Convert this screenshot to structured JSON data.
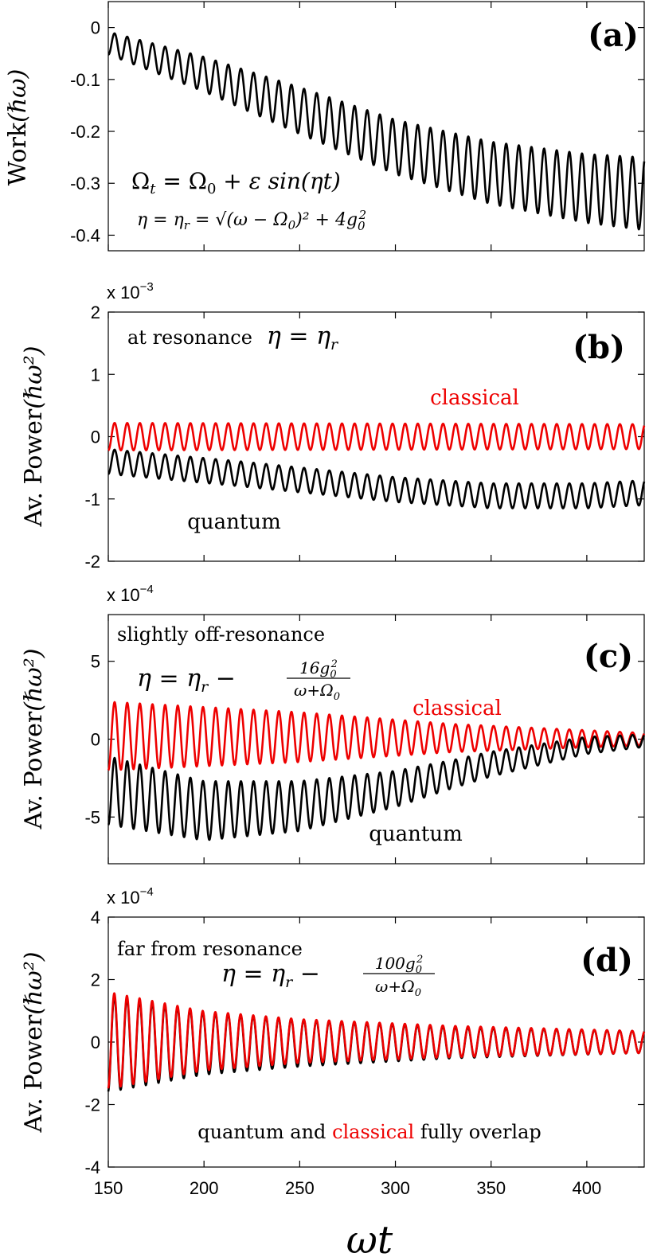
{
  "colors": {
    "quantum": "#000000",
    "classical": "#ee0000",
    "axis": "#000000"
  },
  "chart_data": [
    {
      "id": "a",
      "type": "line",
      "panel_label": "(a)",
      "ylabel": "Work (ℏω)",
      "multiplier": "",
      "xlim": [
        150,
        430
      ],
      "ylim": [
        -0.43,
        0.05
      ],
      "yticks": [
        0,
        -0.1,
        -0.2,
        -0.3,
        -0.4
      ],
      "ytick_labels": [
        "0",
        "-0.1",
        "-0.2",
        "-0.3",
        "-0.4"
      ],
      "xticks": [
        150,
        200,
        250,
        300,
        350,
        400
      ],
      "xtick_labels": [],
      "series": [
        {
          "key": "quantum",
          "baseline": [
            [
              150,
              -0.03
            ],
            [
              200,
              -0.09
            ],
            [
              250,
              -0.16
            ],
            [
              300,
              -0.23
            ],
            [
              350,
              -0.28
            ],
            [
              400,
              -0.31
            ],
            [
              430,
              -0.32
            ]
          ],
          "amplitude": [
            [
              150,
              0.022
            ],
            [
              250,
              0.045
            ],
            [
              350,
              0.06
            ],
            [
              430,
              0.07
            ]
          ],
          "period": 6.6,
          "phase": 0
        }
      ],
      "annotations": [
        {
          "text": "Ωt = Ω0 + ε sin(ηt)",
          "key": "eq1"
        },
        {
          "text": "η = ηr = √((ω − Ω0)² + 4g0²)",
          "key": "eq2"
        }
      ]
    },
    {
      "id": "b",
      "type": "line",
      "panel_label": "(b)",
      "ylabel": "Av. Power (ℏω²)",
      "multiplier": "x 10−3",
      "xlim": [
        150,
        430
      ],
      "ylim": [
        -2,
        2
      ],
      "yticks": [
        2,
        1,
        0,
        -1,
        -2
      ],
      "ytick_labels": [
        "2",
        "1",
        "0",
        "-1",
        "-2"
      ],
      "xticks": [
        150,
        200,
        250,
        300,
        350,
        400
      ],
      "xtick_labels": [],
      "series": [
        {
          "key": "classical",
          "name": "classical",
          "baseline": [
            [
              150,
              0.0
            ],
            [
              430,
              0.0
            ]
          ],
          "amplitude": [
            [
              150,
              0.22
            ],
            [
              430,
              0.2
            ]
          ],
          "period": 6.6,
          "phase": 0
        },
        {
          "key": "quantum",
          "name": "quantum",
          "baseline": [
            [
              150,
              -0.4
            ],
            [
              220,
              -0.6
            ],
            [
              300,
              -0.85
            ],
            [
              350,
              -0.95
            ],
            [
              400,
              -0.95
            ],
            [
              430,
              -0.9
            ]
          ],
          "amplitude": [
            [
              150,
              0.2
            ],
            [
              430,
              0.2
            ]
          ],
          "period": 6.6,
          "phase": 0
        }
      ],
      "annotations": [
        {
          "text": "at resonance   η = ηr",
          "key": "note"
        },
        {
          "text": "classical",
          "key": "classical-label"
        },
        {
          "text": "quantum",
          "key": "quantum-label"
        }
      ]
    },
    {
      "id": "c",
      "type": "line",
      "panel_label": "(c)",
      "ylabel": "Av. Power (ℏω²)",
      "multiplier": "x 10−4",
      "xlim": [
        150,
        430
      ],
      "ylim": [
        -8,
        8
      ],
      "yticks": [
        5,
        0,
        -5
      ],
      "ytick_labels": [
        "5",
        "0",
        "-5"
      ],
      "xticks": [
        150,
        200,
        250,
        300,
        350,
        400
      ],
      "xtick_labels": [],
      "series": [
        {
          "key": "classical",
          "name": "classical",
          "baseline": [
            [
              150,
              0.2
            ],
            [
              430,
              0.0
            ]
          ],
          "amplitude": [
            [
              150,
              2.2
            ],
            [
              250,
              1.6
            ],
            [
              330,
              0.9
            ],
            [
              430,
              0.4
            ]
          ],
          "period": 6.6,
          "phase": 0
        },
        {
          "key": "quantum",
          "name": "quantum",
          "baseline": [
            [
              150,
              -3.3
            ],
            [
              200,
              -4.6
            ],
            [
              250,
              -4.3
            ],
            [
              300,
              -3.2
            ],
            [
              350,
              -1.6
            ],
            [
              400,
              -0.4
            ],
            [
              430,
              -0.1
            ]
          ],
          "amplitude": [
            [
              150,
              2.2
            ],
            [
              250,
              1.6
            ],
            [
              330,
              0.9
            ],
            [
              430,
              0.4
            ]
          ],
          "period": 6.6,
          "phase": 0
        }
      ],
      "annotations": [
        {
          "text": "slightly off-resonance",
          "key": "note"
        },
        {
          "text": "η = ηr − 16g0² / (ω+Ω0)",
          "key": "eq"
        },
        {
          "text": "classical",
          "key": "classical-label"
        },
        {
          "text": "quantum",
          "key": "quantum-label"
        }
      ]
    },
    {
      "id": "d",
      "type": "line",
      "panel_label": "(d)",
      "ylabel": "Av. Power (ℏω²)",
      "multiplier": "x 10−4",
      "xlabel": "ωt",
      "xlim": [
        150,
        430
      ],
      "ylim": [
        -4,
        4
      ],
      "yticks": [
        4,
        2,
        0,
        -2,
        -4
      ],
      "ytick_labels": [
        "4",
        "2",
        "0",
        "-2",
        "-4"
      ],
      "xticks": [
        150,
        200,
        250,
        300,
        350,
        400
      ],
      "xtick_labels": [
        "150",
        "200",
        "250",
        "300",
        "350",
        "400"
      ],
      "series": [
        {
          "key": "quantum",
          "name": "quantum",
          "baseline": [
            [
              150,
              -0.05
            ],
            [
              430,
              0.0
            ]
          ],
          "amplitude": [
            [
              150,
              1.55
            ],
            [
              200,
              1.0
            ],
            [
              250,
              0.75
            ],
            [
              330,
              0.5
            ],
            [
              430,
              0.35
            ]
          ],
          "period": 6.6,
          "phase": 0.15
        },
        {
          "key": "classical",
          "name": "classical",
          "baseline": [
            [
              150,
              0.05
            ],
            [
              430,
              0.0
            ]
          ],
          "amplitude": [
            [
              150,
              1.55
            ],
            [
              200,
              0.95
            ],
            [
              250,
              0.7
            ],
            [
              330,
              0.5
            ],
            [
              430,
              0.35
            ]
          ],
          "period": 6.6,
          "phase": 0.15
        }
      ],
      "annotations": [
        {
          "text": "far from resonance",
          "key": "note"
        },
        {
          "text": "η = ηr − 100g0² / (ω+Ω0)",
          "key": "eq"
        },
        {
          "text": "quantum and classical fully overlap",
          "key": "overlap"
        }
      ]
    }
  ],
  "text": {
    "a": {
      "label": "(a)",
      "ylabel_main": "Work",
      "ylabel_unit": "(ℏω)",
      "eq1_main": "Ω",
      "eq1_sub": "t",
      "eq1_mid": " = Ω",
      "eq1_sub2": "0",
      "eq1_end": " + ε sin(ηt)",
      "eq2_a": "η = η",
      "eq2_sub": "r",
      "eq2_b": " = √(ω − Ω",
      "eq2_sub2": "0",
      "eq2_c": ")² + 4g",
      "eq2_sub3": "0",
      "eq2_sup3": "2"
    },
    "b": {
      "label": "(b)",
      "multiplier": "x 10",
      "multiplier_exp": "−3",
      "ylabel_main": "Av. Power",
      "ylabel_unit": "(ℏω²)",
      "note": "at resonance",
      "eq_a": "η = η",
      "eq_sub": "r",
      "classical": "classical",
      "quantum": "quantum"
    },
    "c": {
      "label": "(c)",
      "multiplier": "x 10",
      "multiplier_exp": "−4",
      "ylabel_main": "Av. Power",
      "ylabel_unit": "(ℏω²)",
      "note": "slightly off-resonance",
      "eq_a": "η = η",
      "eq_sub": "r",
      "eq_minus": " −",
      "frac_num": "16g",
      "frac_num_sub": "0",
      "frac_num_sup": "2",
      "frac_den": "ω+Ω",
      "frac_den_sub": "0",
      "classical": "classical",
      "quantum": "quantum"
    },
    "d": {
      "label": "(d)",
      "multiplier": "x 10",
      "multiplier_exp": "−4",
      "ylabel_main": "Av. Power",
      "ylabel_unit": "(ℏω²)",
      "note": "far from resonance",
      "eq_a": "η = η",
      "eq_sub": "r",
      "eq_minus": " −",
      "frac_num": "100g",
      "frac_num_sub": "0",
      "frac_num_sup": "2",
      "frac_den": "ω+Ω",
      "frac_den_sub": "0",
      "overlap_a": "quantum and ",
      "overlap_b": "classical",
      "overlap_c": " fully overlap",
      "xlabel": "ωt"
    }
  }
}
